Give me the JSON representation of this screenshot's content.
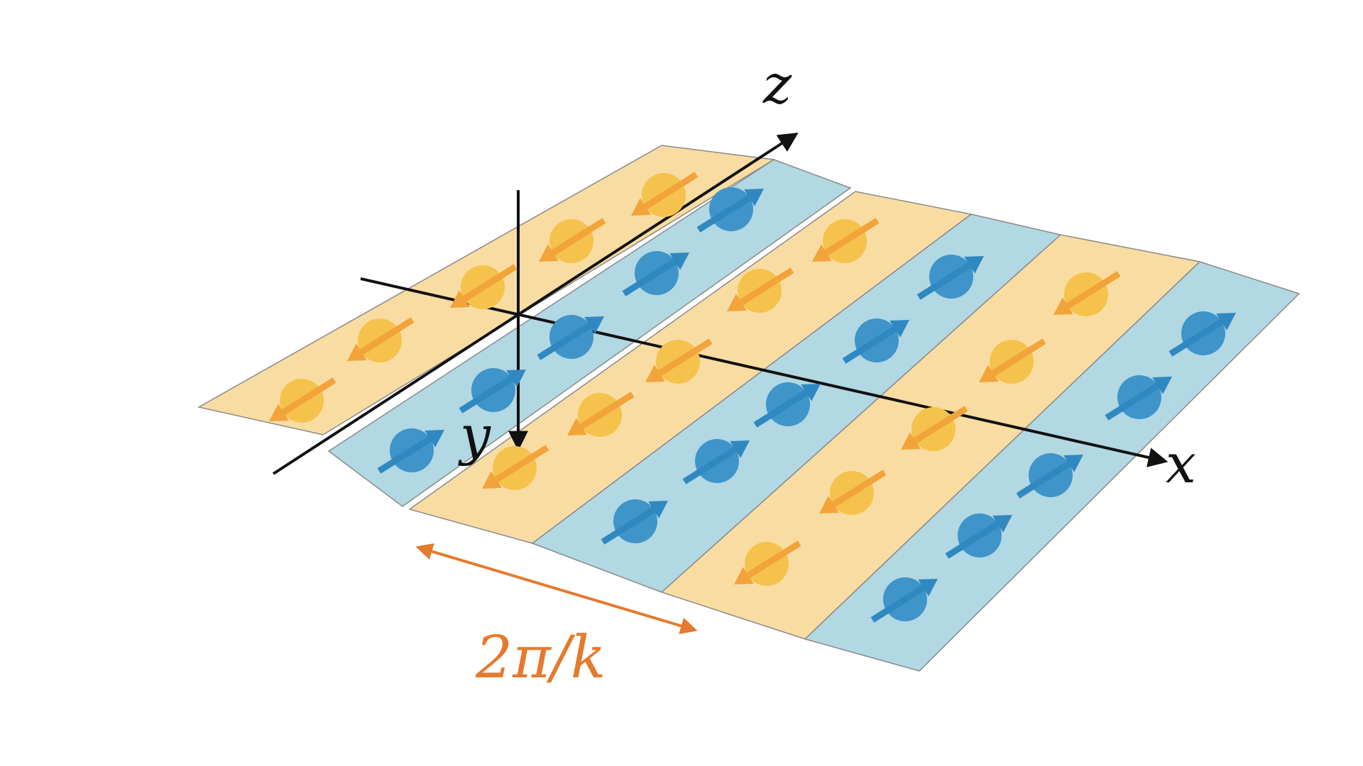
{
  "colors": {
    "yellow_stripe": "#f8d898",
    "blue_stripe": "#a8d4e0",
    "yellow_ball": "#f5c24c",
    "blue_ball": "#3f94c9",
    "yellow_arrow": "#f2a33a",
    "blue_arrow": "#3088c0",
    "axis": "#111111",
    "wavelength": "#e57a2d"
  },
  "labels": {
    "z_axis": "z",
    "x_axis": "x",
    "y_axis": "y",
    "wavelength": "2π/k"
  },
  "icons": {
    "spin_up": "spin-up-arrow-icon",
    "spin_down": "spin-down-arrow-icon"
  }
}
